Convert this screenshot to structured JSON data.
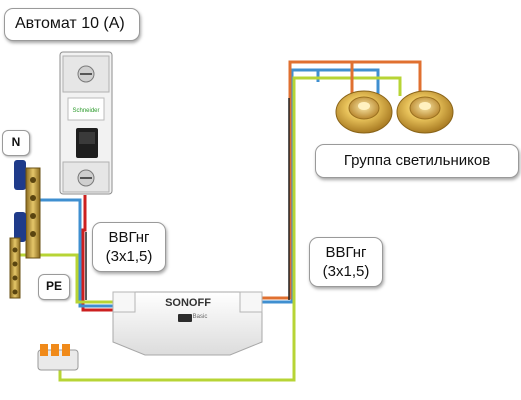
{
  "labels": {
    "breaker": "Автомат 10 (А)",
    "lamp_group": "Группа светильников",
    "cable_left": {
      "line1": "ВВГнг",
      "line2": "(3х1,5)"
    },
    "cable_right": {
      "line1": "ВВГнг",
      "line2": "(3х1,5)"
    },
    "neutral_bus": "N",
    "pe_bus": "PE"
  },
  "switch_branding": {
    "name": "SONOFF",
    "model": "Basic"
  },
  "wire_colors": {
    "phase": "#e07030",
    "phase_in": "#cc1f1f",
    "neutral": "#3f8fd0",
    "earth": "#b7d435",
    "cable": "#222222"
  }
}
